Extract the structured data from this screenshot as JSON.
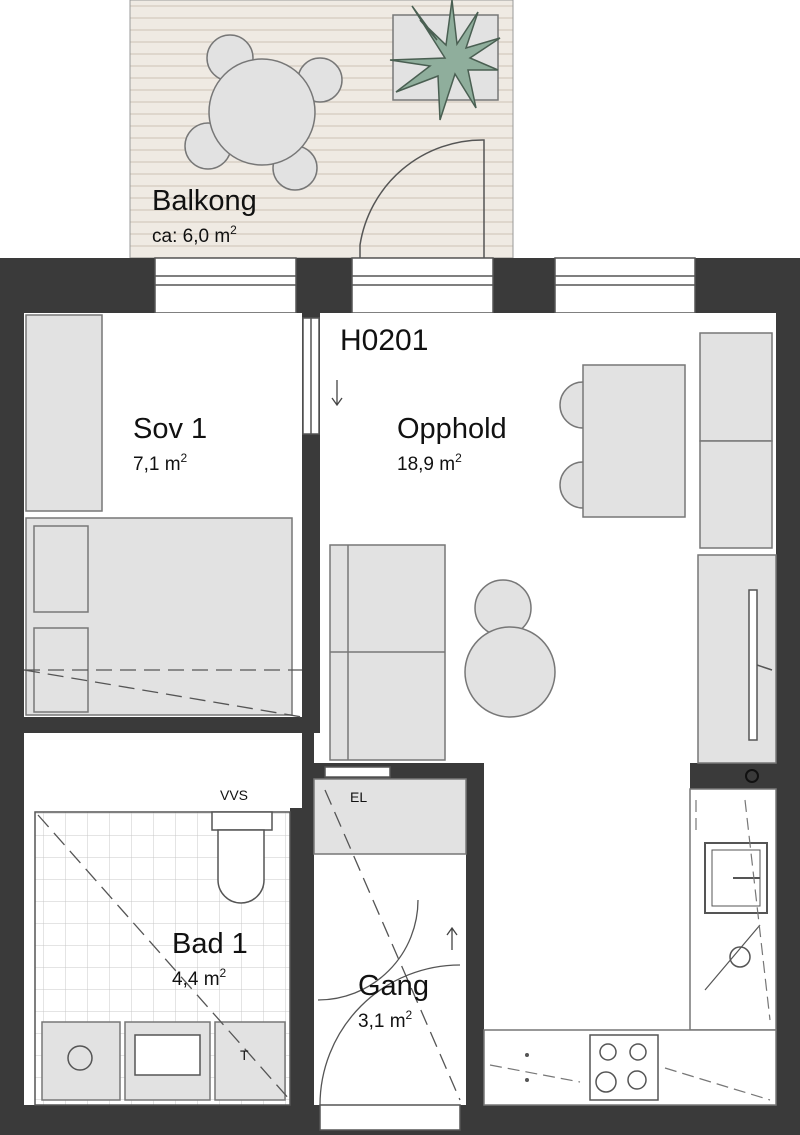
{
  "unit": {
    "code": "H0201"
  },
  "rooms": {
    "balcony": {
      "name": "Balkong",
      "area_prefix": "ca: ",
      "area": "6,0 m",
      "unit_sup": "2"
    },
    "bedroom": {
      "name": "Sov 1",
      "area": "7,1 m",
      "unit_sup": "2"
    },
    "living": {
      "name": "Opphold",
      "area": "18,9 m",
      "unit_sup": "2"
    },
    "bathroom": {
      "name": "Bad 1",
      "area": "4,4 m",
      "unit_sup": "2"
    },
    "hallway": {
      "name": "Gang",
      "area": "3,1 m",
      "unit_sup": "2"
    }
  },
  "labels": {
    "vvs": "VVS",
    "el": "EL",
    "tumble": "T"
  },
  "colors": {
    "wall": "#3a3a3a",
    "furniture": "#e2e2e2",
    "furniture_stroke": "#777777",
    "plant": "#8fae9c",
    "balcony_floor": "#efeae3",
    "balcony_stripe": "#d8d0c4",
    "tile_line": "#c9c9c9"
  }
}
